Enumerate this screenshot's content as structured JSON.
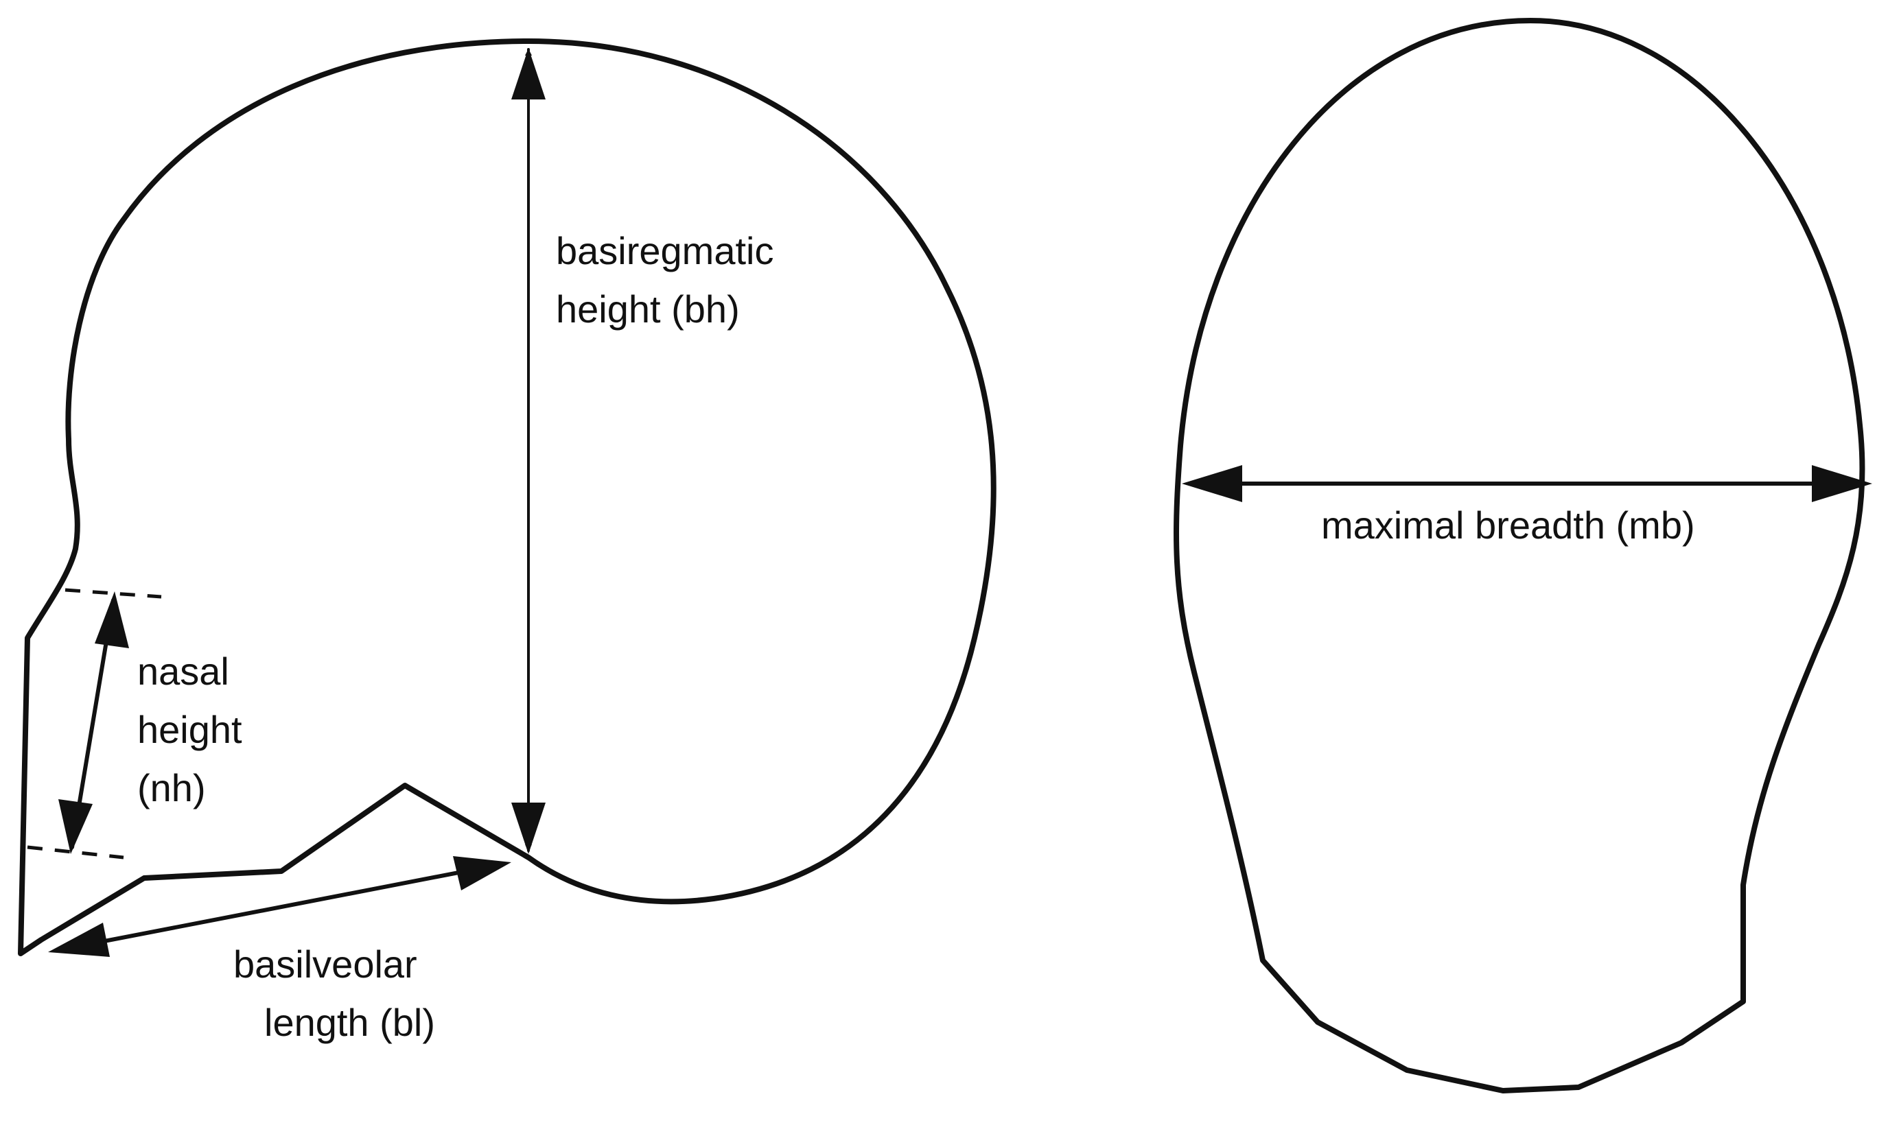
{
  "diagram": {
    "lateral_view": {
      "basiregmatic": {
        "line1": "basiregmatic",
        "line2": "height (bh)"
      },
      "nasal": {
        "line1": "nasal",
        "line2": "height",
        "line3": "(nh)"
      },
      "basilveolar": {
        "line1": "basilveolar",
        "line2": "length (bl)"
      }
    },
    "frontal_view": {
      "maximal_breadth": {
        "line1": "maximal breadth (mb)"
      }
    }
  }
}
